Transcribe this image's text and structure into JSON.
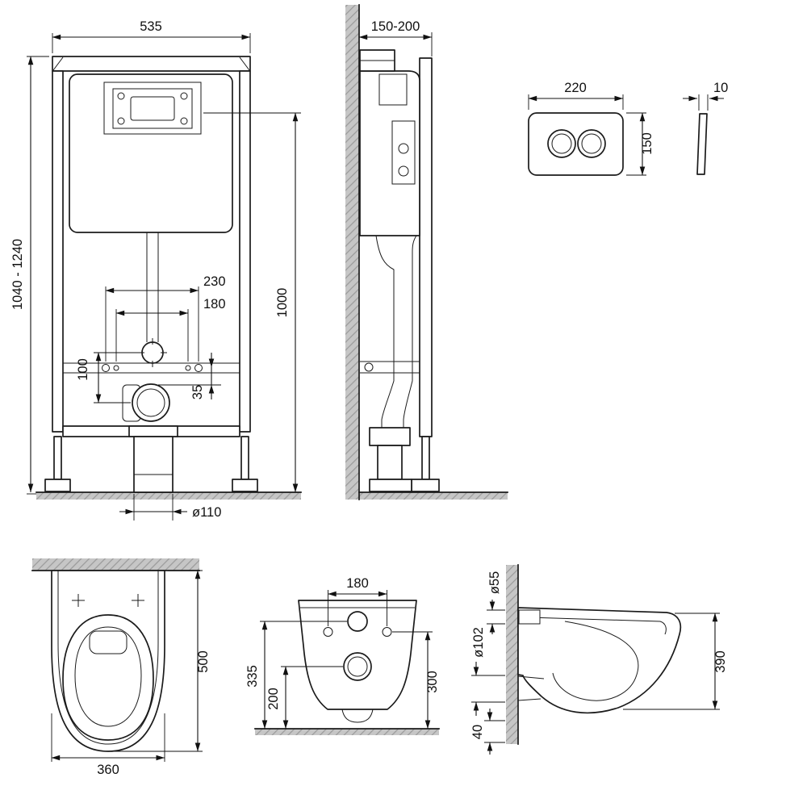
{
  "views": {
    "frame_front": {
      "width": "535",
      "height_range": "1040 - 1240",
      "install_height": "1000",
      "fixing_span_outer": "230",
      "fixing_span_inner": "180",
      "supply_to_drain": "100",
      "drain_offset": "35",
      "floor_outlet": "ø110"
    },
    "frame_side": {
      "depth_range": "150-200"
    },
    "flush_plate": {
      "width": "220",
      "height": "150",
      "thickness": "10"
    },
    "bowl_top": {
      "depth": "500",
      "width": "360"
    },
    "bowl_back": {
      "bolt_spacing": "180",
      "inlet_height": "335",
      "outlet_height": "200",
      "bolt_height": "300"
    },
    "bowl_side": {
      "inlet_diameter": "ø55",
      "outlet_diameter": "ø102",
      "depth": "390",
      "floor_clearance": "40"
    }
  }
}
